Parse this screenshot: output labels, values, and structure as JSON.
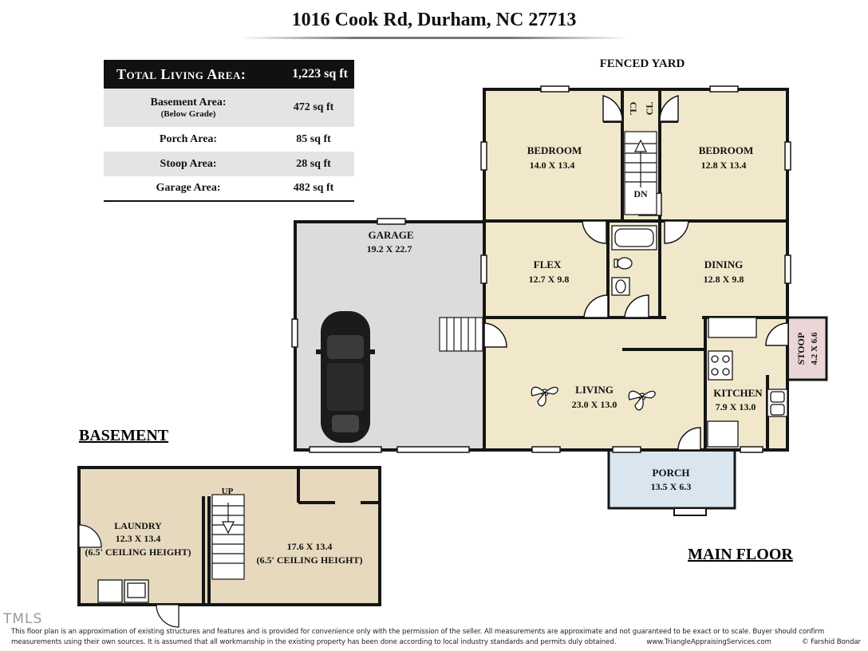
{
  "title": "1016 Cook Rd, Durham, NC 27713",
  "area_table": {
    "header_label": "Total Living Area:",
    "header_value": "1,223 sq ft",
    "rows": [
      {
        "label": "Basement Area:",
        "sub": "(Below Grade)",
        "value": "472 sq ft"
      },
      {
        "label": "Porch Area:",
        "value": "85 sq ft"
      },
      {
        "label": "Stoop Area:",
        "value": "28 sq ft"
      },
      {
        "label": "Garage Area:",
        "value": "482 sq ft"
      }
    ]
  },
  "labels": {
    "fenced_yard": "FENCED YARD",
    "main_floor": "MAIN FLOOR",
    "basement": "BASEMENT",
    "closet_left": "CL",
    "closet_right": "CL",
    "stairs_down": "DN",
    "stairs_up": "UP"
  },
  "rooms": {
    "bedroom_left": {
      "name": "BEDROOM",
      "dims": "14.0 X 13.4"
    },
    "bedroom_right": {
      "name": "BEDROOM",
      "dims": "12.8 X 13.4"
    },
    "garage": {
      "name": "GARAGE",
      "dims": "19.2 X 22.7"
    },
    "flex": {
      "name": "FLEX",
      "dims": "12.7 X 9.8"
    },
    "dining": {
      "name": "DINING",
      "dims": "12.8 X 9.8"
    },
    "living": {
      "name": "LIVING",
      "dims": "23.0 X 13.0"
    },
    "kitchen": {
      "name": "KITCHEN",
      "dims": "7.9 X 13.0"
    },
    "stoop": {
      "name": "STOOP",
      "dims": "4.2 X 6.6"
    },
    "porch": {
      "name": "PORCH",
      "dims": "13.5 X 6.3"
    },
    "laundry": {
      "name": "LAUNDRY",
      "dims": "12.3 X 13.4",
      "note": "(6.5' CEILING HEIGHT)"
    },
    "basement_main": {
      "dims": "17.6 X 13.4",
      "note": "(6.5' CEILING HEIGHT)"
    }
  },
  "disclaimer": {
    "line1": "This floor plan is an approximation of existing structures and features and is provided for convenience only with the permission of the seller.  All measurements are approximate and not guaranteed to be exact or to scale.  Buyer should confirm",
    "line2": "measurements using their own sources.  It is assumed that all workmanship in the existing property has been done according to local industry standards and permits duly obtained.",
    "website": "www.TriangleAppraisingServices.com",
    "copyright": "© Farshid Bondar"
  },
  "watermark": "TMLS",
  "colors": {
    "room_fill": "#f1e8cb",
    "basement_fill": "#e6d9be",
    "garage_fill": "#dcdcdc",
    "porch_fill": "#d9e6ef",
    "stoop_fill": "#ead6d6",
    "wall": "#151515"
  }
}
